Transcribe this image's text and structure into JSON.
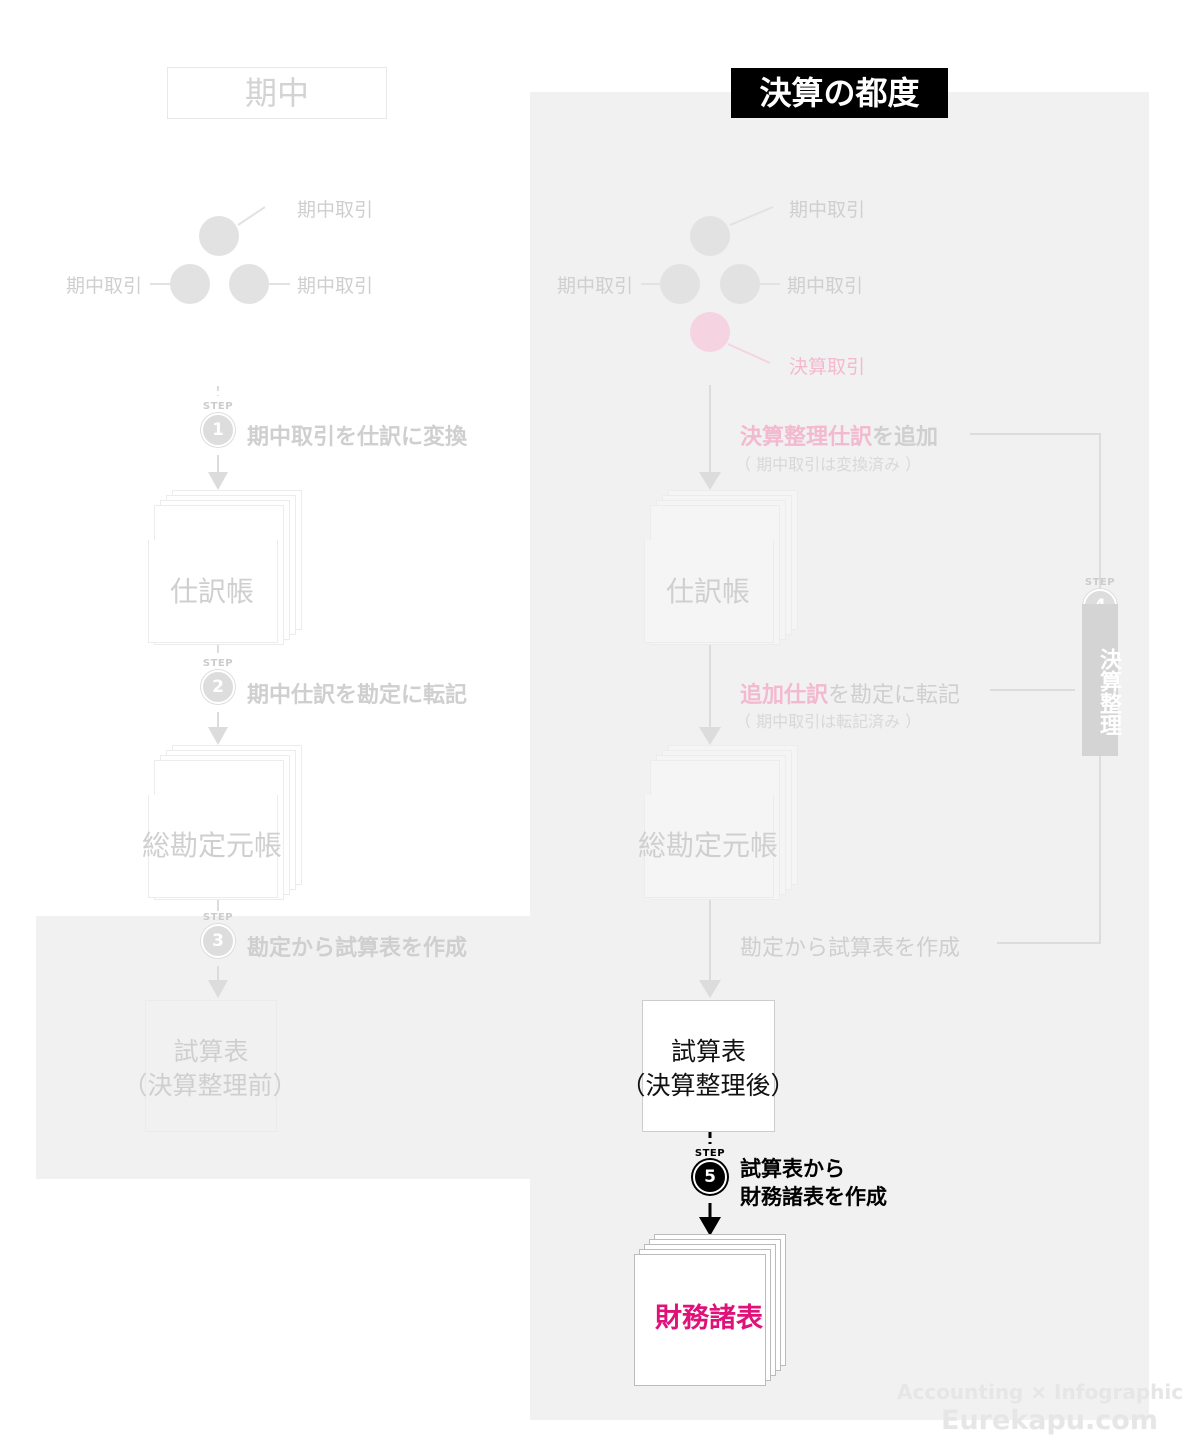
{
  "headers": {
    "left": "期中",
    "right": "決算の都度"
  },
  "left": {
    "transactions": [
      "期中取引",
      "期中取引",
      "期中取引"
    ],
    "step1": {
      "num": "1",
      "text": "期中取引を仕訳に変換"
    },
    "journal": "仕訳帳",
    "step2": {
      "num": "2",
      "text": "期中仕訳を勘定に転記"
    },
    "ledger": "総勘定元帳",
    "step3": {
      "num": "3",
      "text": "勘定から試算表を作成"
    },
    "trial_balance": {
      "line1": "試算表",
      "line2": "（決算整理前）"
    }
  },
  "right": {
    "transactions": [
      "期中取引",
      "期中取引",
      "期中取引"
    ],
    "closing_transaction": "決算取引",
    "add_entries": {
      "highlight": "決算整理仕訳",
      "rest": "を追加",
      "note": "（ 期中取引は変換済み ）"
    },
    "journal": "仕訳帳",
    "post_entries": {
      "highlight": "追加仕訳",
      "rest": "を勘定に転記",
      "note": "（ 期中取引は転記済み ）"
    },
    "ledger": "総勘定元帳",
    "create_tb": "勘定から試算表を作成",
    "trial_balance": {
      "line1": "試算表",
      "line2": "（決算整理後）"
    },
    "step4": {
      "num": "4",
      "text": "決算整理"
    },
    "step5": {
      "num": "5",
      "line1": "試算表から",
      "line2": "財務諸表を作成"
    },
    "statements": "財務諸表"
  },
  "step_label": "STEP",
  "watermark": {
    "line1": "Accounting × Infographic",
    "line2": "Eurekapu.com"
  },
  "colors": {
    "accent": "#e0127a",
    "black": "#000000",
    "panel": "#f1f1f1"
  }
}
